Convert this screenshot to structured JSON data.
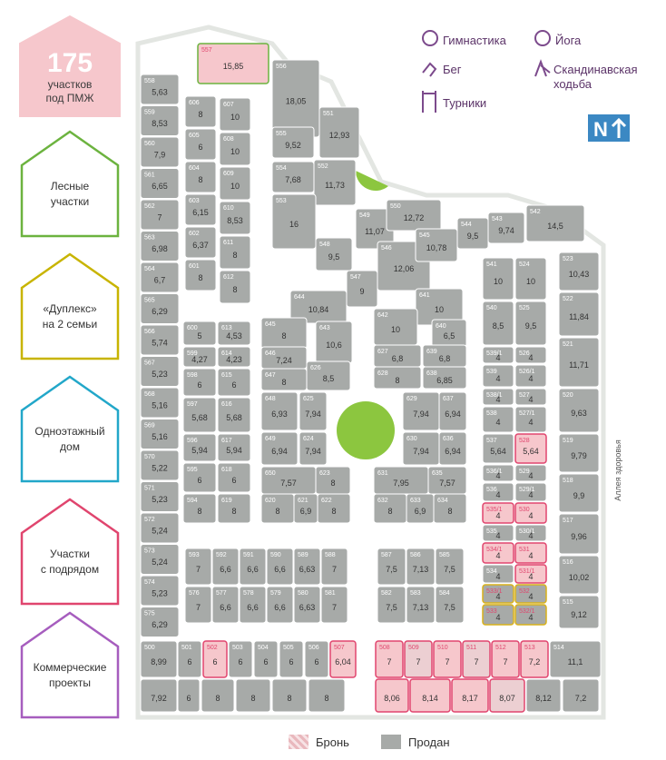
{
  "side_panel": {
    "pmzh": {
      "count": "175",
      "label_line1": "участков",
      "label_line2": "под ПМЖ"
    },
    "categories": [
      {
        "line1": "Лесные",
        "line2": "участки",
        "color": "#6cb33f"
      },
      {
        "line1": "«Дуплекс»",
        "line2": "на 2 семьи",
        "color": "#c8b400"
      },
      {
        "line1": "Одноэтажный",
        "line2": "дом",
        "color": "#22a7c9"
      },
      {
        "line1": "Участки",
        "line2": "с подрядом",
        "color": "#e0456e"
      },
      {
        "line1": "Коммерческие",
        "line2": "проекты",
        "color": "#a65dbe"
      }
    ]
  },
  "activities": {
    "gym": "Гимнастика",
    "yoga": "Йога",
    "run": "Бег",
    "nordic_line1": "Скандинавская",
    "nordic_line2": "ходьба",
    "bars": "Турники"
  },
  "north": "N",
  "health_alley": "Аллея здоровья",
  "legend": {
    "reserved": "Бронь",
    "sold": "Продан"
  },
  "colors": {
    "sold": "#a7aaa8",
    "available_pink": "#f6c7cc",
    "pink_border": "#e0456e",
    "green": "#8cc63f",
    "yellow_border": "#d9b11a"
  },
  "plots_left": [
    [
      "558",
      "5,63"
    ],
    [
      "559",
      "8,53"
    ],
    [
      "560",
      "7,9"
    ],
    [
      "561",
      "6,65"
    ],
    [
      "562",
      "7"
    ],
    [
      "563",
      "6,98"
    ],
    [
      "564",
      "6,7"
    ],
    [
      "565",
      "6,29"
    ],
    [
      "566",
      "5,74"
    ],
    [
      "567",
      "5,23"
    ],
    [
      "568",
      "5,16"
    ],
    [
      "569",
      "5,16"
    ],
    [
      "570",
      "5,22"
    ],
    [
      "571",
      "5,23"
    ],
    [
      "572",
      "5,24"
    ],
    [
      "573",
      "5,24"
    ],
    [
      "574",
      "5,23"
    ],
    [
      "575",
      "6,29"
    ]
  ],
  "plots_col2": [
    [
      "606",
      "8"
    ],
    [
      "605",
      "6"
    ],
    [
      "604",
      "8"
    ],
    [
      "603",
      "6,15"
    ],
    [
      "602",
      "6,37"
    ],
    [
      "601",
      "8"
    ]
  ],
  "plots_col3": [
    [
      "607",
      "10"
    ],
    [
      "608",
      "10"
    ],
    [
      "609",
      "10"
    ],
    [
      "610",
      "8,53"
    ],
    [
      "611",
      "8"
    ],
    [
      "612",
      "8"
    ]
  ],
  "plot_557": [
    "557",
    "15,85"
  ],
  "plots_top_right": [
    [
      "556",
      "18,05"
    ],
    [
      "555",
      "9,52"
    ],
    [
      "551",
      "12,93"
    ],
    [
      "554",
      "7,68"
    ],
    [
      "552",
      "11,73"
    ],
    [
      "553",
      "16"
    ]
  ],
  "plots_diag": [
    [
      "549",
      "11,07"
    ],
    [
      "550",
      "12,72"
    ],
    [
      "548",
      "9,5"
    ],
    [
      "546",
      "12,06"
    ],
    [
      "545",
      "10,78"
    ],
    [
      "544",
      "9,5"
    ],
    [
      "543",
      "9,74"
    ],
    [
      "542",
      "14,5"
    ],
    [
      "547",
      "9"
    ]
  ],
  "plots_oct_left": [
    [
      "644",
      "10,84"
    ],
    [
      "645",
      "8"
    ],
    [
      "643",
      "10,6"
    ],
    [
      "646",
      "7,24"
    ],
    [
      "647",
      "8"
    ],
    [
      "626",
      "8,5"
    ]
  ],
  "plots_oct_right": [
    [
      "641",
      "10"
    ],
    [
      "642",
      "10"
    ],
    [
      "640",
      "6,5"
    ],
    [
      "627",
      "6,8"
    ],
    [
      "639",
      "6,8"
    ],
    [
      "628",
      "8"
    ],
    [
      "638",
      "6,85"
    ]
  ],
  "plots_small": [
    [
      "600",
      "5"
    ],
    [
      "613",
      "4,53"
    ],
    [
      "599",
      "4,27"
    ],
    [
      "614",
      "4,23"
    ],
    [
      "598",
      "6"
    ],
    [
      "615",
      "6"
    ],
    [
      "597",
      "5,68"
    ],
    [
      "616",
      "5,68"
    ],
    [
      "596",
      "5,94"
    ],
    [
      "617",
      "5,94"
    ],
    [
      "595",
      "6"
    ],
    [
      "618",
      "6"
    ],
    [
      "594",
      "8"
    ],
    [
      "619",
      "8"
    ]
  ],
  "plots_mid_left": [
    [
      "648",
      "6,93"
    ],
    [
      "625",
      "7,94"
    ],
    [
      "649",
      "6,94"
    ],
    [
      "624",
      "7,94"
    ],
    [
      "650",
      "7,57"
    ],
    [
      "623",
      "8"
    ],
    [
      "620",
      "8"
    ],
    [
      "621",
      "6,9"
    ],
    [
      "622",
      "8"
    ]
  ],
  "plots_mid_right": [
    [
      "629",
      "7,94"
    ],
    [
      "637",
      "6,94"
    ],
    [
      "630",
      "7,94"
    ],
    [
      "636",
      "6,94"
    ],
    [
      "631",
      "7,95"
    ],
    [
      "635",
      "7,57"
    ],
    [
      "632",
      "8"
    ],
    [
      "633",
      "6,9"
    ],
    [
      "634",
      "8"
    ]
  ],
  "plots_row_lower": [
    [
      "593",
      "7"
    ],
    [
      "592",
      "6,6"
    ],
    [
      "591",
      "6,6"
    ],
    [
      "590",
      "6,6"
    ],
    [
      "589",
      "6,63"
    ],
    [
      "588",
      "7"
    ],
    [
      "576",
      "7"
    ],
    [
      "577",
      "6,6"
    ],
    [
      "578",
      "6,6"
    ],
    [
      "579",
      "6,6"
    ],
    [
      "580",
      "6,63"
    ],
    [
      "581",
      "7"
    ]
  ],
  "plots_row_lower_r": [
    [
      "587",
      "7,5"
    ],
    [
      "586",
      "7,13"
    ],
    [
      "585",
      "7,5"
    ],
    [
      "582",
      "7,5"
    ],
    [
      "583",
      "7,13"
    ],
    [
      "584",
      "7,5"
    ]
  ],
  "plots_col_a": [
    [
      "541",
      "10"
    ],
    [
      "540",
      "8,5"
    ],
    [
      "539/1",
      "4"
    ],
    [
      "539",
      "4"
    ],
    [
      "538/1",
      "4"
    ],
    [
      "538",
      "4"
    ],
    [
      "537",
      "5,64"
    ],
    [
      "536/1",
      "4"
    ],
    [
      "536",
      "4"
    ],
    [
      "535/1",
      "4"
    ],
    [
      "535",
      "4"
    ],
    [
      "534/1",
      "4"
    ],
    [
      "534",
      "4"
    ],
    [
      "533/1",
      "4"
    ],
    [
      "533",
      "4"
    ]
  ],
  "plots_col_b": [
    [
      "524",
      "10"
    ],
    [
      "525",
      "9,5"
    ],
    [
      "526",
      "4"
    ],
    [
      "526/1",
      "4"
    ],
    [
      "527",
      "4"
    ],
    [
      "527/1",
      "4"
    ],
    [
      "528",
      "5,64"
    ],
    [
      "529",
      "4"
    ],
    [
      "529/1",
      "4"
    ],
    [
      "530",
      "4"
    ],
    [
      "530/1",
      "4"
    ],
    [
      "531",
      "4"
    ],
    [
      "531/1",
      "4"
    ],
    [
      "532",
      "4"
    ],
    [
      "532/1",
      "4"
    ]
  ],
  "plots_far_right": [
    [
      "523",
      "10,43"
    ],
    [
      "522",
      "11,84"
    ],
    [
      "521",
      "11,71"
    ],
    [
      "520",
      "9,63"
    ],
    [
      "519",
      "9,79"
    ],
    [
      "518",
      "9,9"
    ],
    [
      "517",
      "9,96"
    ],
    [
      "516",
      "10,02"
    ],
    [
      "515",
      "9,12"
    ]
  ],
  "plots_bottom_top": [
    [
      "500",
      "8,99"
    ],
    [
      "501",
      "6"
    ],
    [
      "502",
      "6"
    ],
    [
      "503",
      "6"
    ],
    [
      "504",
      "6"
    ],
    [
      "505",
      "6"
    ],
    [
      "506",
      "6"
    ],
    [
      "507",
      "6,04"
    ],
    [
      "508",
      "7"
    ],
    [
      "509",
      "7"
    ],
    [
      "510",
      "7"
    ],
    [
      "511",
      "7"
    ],
    [
      "512",
      "7"
    ],
    [
      "513",
      "7,2"
    ],
    [
      "514",
      "11,1"
    ]
  ],
  "plots_bottom_bot": [
    [
      "",
      "7,92"
    ],
    [
      "",
      "6"
    ],
    [
      "",
      "8"
    ],
    [
      "",
      "8"
    ],
    [
      "",
      "8"
    ],
    [
      "",
      "8"
    ],
    [
      "",
      "8,06"
    ],
    [
      "",
      "8,14"
    ],
    [
      "",
      "8,17"
    ],
    [
      "",
      "8,07"
    ],
    [
      "",
      "8,12"
    ],
    [
      "",
      "7,2"
    ]
  ]
}
